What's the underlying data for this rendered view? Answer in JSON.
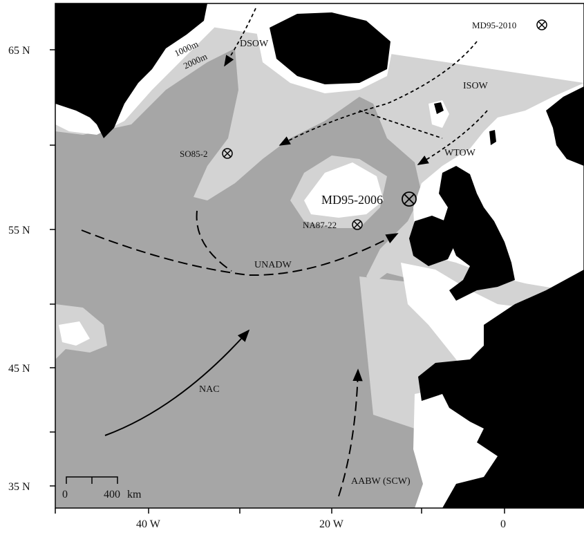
{
  "axes": {
    "lat_labels": [
      "65 N",
      "55 N",
      "45 N",
      "35 N"
    ],
    "lon_labels": [
      "40 W",
      "20 W",
      "0"
    ]
  },
  "isobaths": {
    "contour_1000": "1000m",
    "contour_2000": "2000m"
  },
  "currents": {
    "dsow": "DSOW",
    "isow": "ISOW",
    "wtow": "WTOW",
    "unadw": "UNADW",
    "nac": "NAC",
    "aabw": "AABW (SCW)"
  },
  "cores": {
    "md95_2010": "MD95-2010",
    "so85_2": "SO85-2",
    "md95_2006": "MD95-2006",
    "na87_22": "NA87-22"
  },
  "scale_bar": {
    "zero": "0",
    "max": "400",
    "unit": "km"
  },
  "colors": {
    "land": "#000000",
    "shallow": "#ffffff",
    "mid_depth": "#d3d3d3",
    "deep": "#a6a6a6"
  }
}
